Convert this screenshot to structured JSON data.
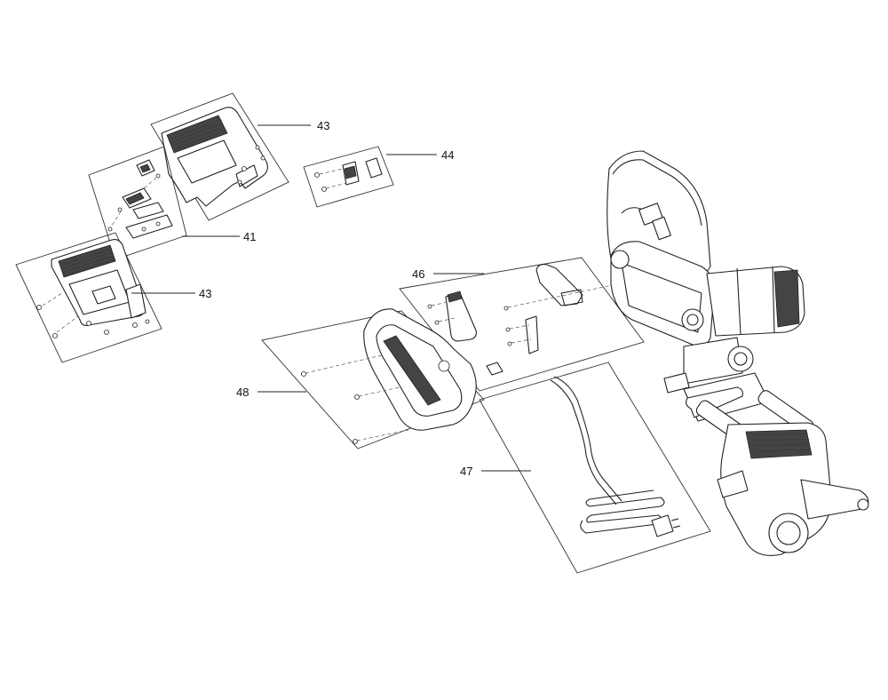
{
  "callouts": [
    {
      "id": "c43a",
      "label": "43"
    },
    {
      "id": "c44",
      "label": "44"
    },
    {
      "id": "c41",
      "label": "41"
    },
    {
      "id": "c43b",
      "label": "43"
    },
    {
      "id": "c46",
      "label": "46"
    },
    {
      "id": "c48",
      "label": "48"
    },
    {
      "id": "c47",
      "label": "47"
    }
  ]
}
